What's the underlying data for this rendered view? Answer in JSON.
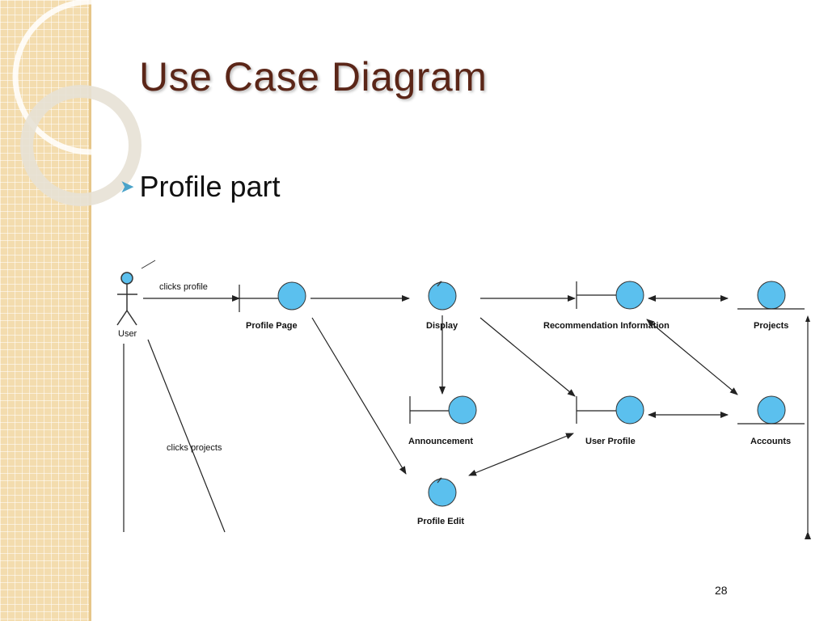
{
  "slide": {
    "title": "Use Case Diagram",
    "bullet": "Profile part",
    "page_number": "28"
  },
  "diagram": {
    "actor": "User",
    "nodes": {
      "profile_page": "Profile Page",
      "display": "Display",
      "recommendation": "Recommendation Information",
      "projects": "Projects",
      "announcement": "Announcement",
      "user_profile": "User Profile",
      "accounts": "Accounts",
      "profile_edit": "Profile Edit"
    },
    "messages": {
      "clicks_profile": "clicks profile",
      "clicks_projects": "clicks projects"
    },
    "colors": {
      "node_fill": "#5bc0ee",
      "line": "#222222",
      "title": "#5b2618",
      "bullet": "#4aa3c9"
    }
  }
}
